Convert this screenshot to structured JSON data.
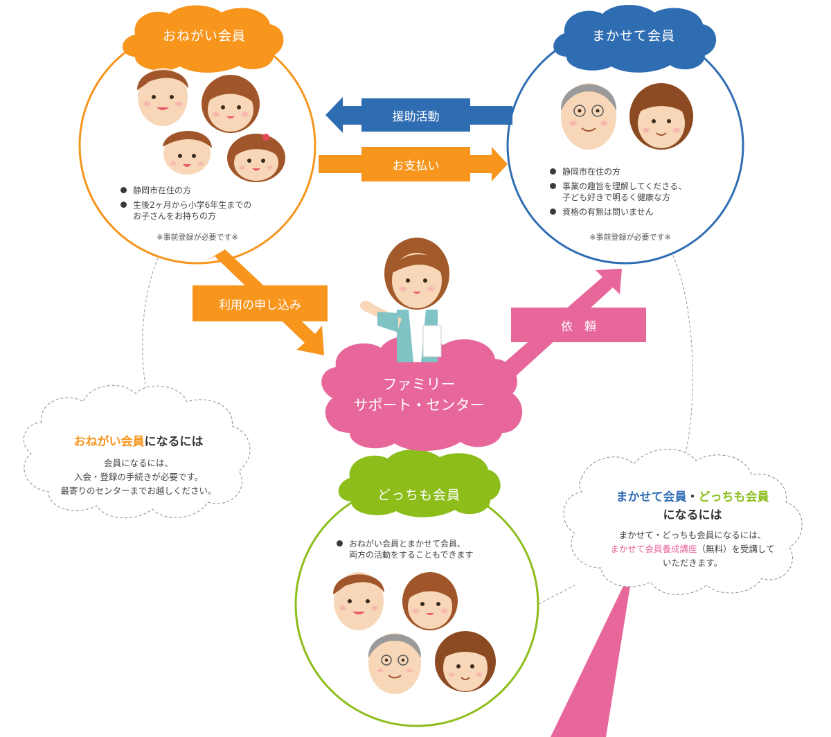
{
  "onegai": {
    "title": "おねがい会員",
    "bullets": [
      "静岡市在住の方",
      "生後2ヶ月から小学6年生までの\nお子さんをお持ちの方"
    ],
    "note": "※事前登録が必要です※"
  },
  "makasete": {
    "title": "まかせて会員",
    "bullets": [
      "静岡市在住の方",
      "事業の趣旨を理解してくださる、\n子ども好きで明るく健康な方",
      "資格の有無は問いません"
    ],
    "note": "※事前登録が必要です※"
  },
  "arrows": {
    "support": "援助活動",
    "payment": "お支払い",
    "apply": "利用の申し込み",
    "request": "依　頼"
  },
  "center": {
    "line1": "ファミリー",
    "line2": "サポート・センター"
  },
  "dochimo": {
    "title": "どっちも会員",
    "bullets": [
      "おねがい会員とまかせて会員、\n両方の活動をすることもできます"
    ]
  },
  "join_onegai": {
    "highlight": "おねがい会員",
    "suffix": "になるには",
    "body": [
      "会員になるには、",
      "入会・登録の手続きが必要です。",
      "最寄りのセンターまでお越しください。"
    ]
  },
  "join_makasete": {
    "highlight1": "まかせて会員",
    "sep": "・",
    "highlight2": "どっちも会員",
    "line2": "になるには",
    "body1": "まかせて・どっちも会員になるには、",
    "body2_link": "まかせて会員養成講座",
    "body2_rest": "（無料）を受講して",
    "body3": "いただきます。"
  },
  "colors": {
    "orange": "#f7951d",
    "blue": "#2f6db3",
    "green": "#8cbd1a",
    "pink": "#e8679b",
    "teal": "#7fc3c4"
  }
}
